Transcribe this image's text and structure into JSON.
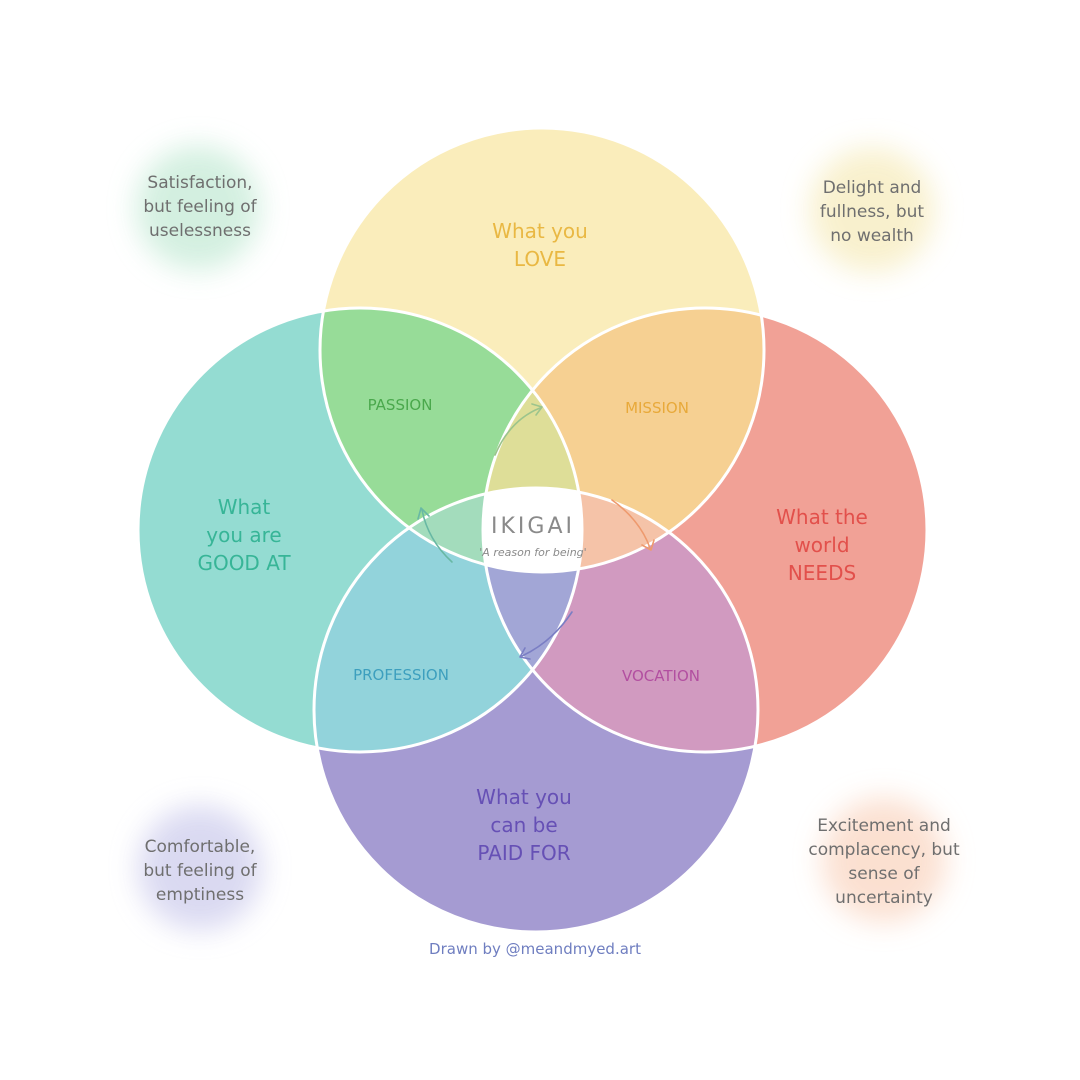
{
  "circles": {
    "love": {
      "line1": "What you",
      "line2": "LOVE",
      "fill": "#faedbb",
      "text_color": "#e9b843"
    },
    "good": {
      "line1": "What",
      "line2": "you are",
      "line3": "GOOD AT",
      "fill": "#94dcd2",
      "text_color": "#37b597"
    },
    "needs": {
      "line1": "What the",
      "line2": "world",
      "line3": "NEEDS",
      "fill": "#f1a196",
      "text_color": "#e2504b"
    },
    "paid": {
      "line1": "What you",
      "line2": "can be",
      "line3": "PAID FOR",
      "fill": "#a59bd2",
      "text_color": "#6650b5"
    }
  },
  "overlaps": {
    "passion": {
      "label": "PASSION",
      "fill": "#97dc98",
      "text_color": "#4aa84c"
    },
    "mission": {
      "label": "MISSION",
      "fill": "#f6d092",
      "text_color": "#e8a93a"
    },
    "profession": {
      "label": "PROFESSION",
      "fill": "#92d3db",
      "text_color": "#3d9fbe"
    },
    "vocation": {
      "label": "VOCATION",
      "fill": "#d19ac0",
      "text_color": "#b24fa0"
    },
    "triple_top": {
      "fill": "#dede98"
    },
    "triple_left": {
      "fill": "#a3dcbc"
    },
    "triple_right": {
      "fill": "#f5c3a8"
    },
    "triple_bottom": {
      "fill": "#a2a6d6"
    }
  },
  "center": {
    "title": "IKIGAI",
    "subtitle": "'A reason for being'",
    "fill": "#ffffff"
  },
  "corner_notes": {
    "top_left": {
      "lines": [
        "Satisfaction,",
        "but feeling of",
        "uselessness"
      ],
      "glow": "#cfeedd"
    },
    "top_right": {
      "lines": [
        "Delight and",
        "fullness, but",
        "no wealth"
      ],
      "glow": "#f8efc8"
    },
    "bottom_left": {
      "lines": [
        "Comfortable,",
        "but feeling of",
        "emptiness"
      ],
      "glow": "#d6d5f0"
    },
    "bottom_right": {
      "lines": [
        "Excitement and",
        "complacency, but",
        "sense of",
        "uncertainty"
      ],
      "glow": "#fbddcc"
    }
  },
  "note_text_color": "#6f6f6f",
  "credit": {
    "text": "Drawn by @meandmyed.art",
    "color": "#6f7ec0"
  }
}
